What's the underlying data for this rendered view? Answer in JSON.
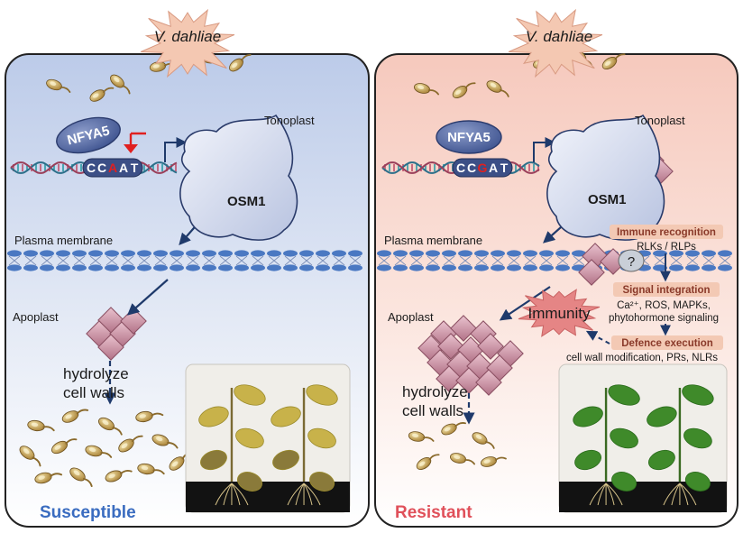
{
  "left": {
    "pathogen": "V. dahliae",
    "tf": "NFYA5",
    "motif": [
      "C",
      "C",
      "A",
      "A",
      "T"
    ],
    "tonoplast": "Tonoplast",
    "protein": "OSM1",
    "membrane": "Plasma membrane",
    "apoplast": "Apoplast",
    "action_line1": "hydrolyze",
    "action_line2": "cell walls",
    "outcome": "Susceptible"
  },
  "right": {
    "pathogen": "V. dahliae",
    "tf": "NFYA5",
    "motif": [
      "C",
      "C",
      "G",
      "A",
      "T"
    ],
    "tonoplast": "Tonoplast",
    "protein": "OSM1",
    "membrane": "Plasma membrane",
    "apoplast": "Apoplast",
    "action_line1": "hydrolyze",
    "action_line2": "cell walls",
    "outcome": "Resistant",
    "immunity": "Immunity",
    "question": "?",
    "steps": [
      {
        "title": "Immune recognition",
        "detail": "RLKs / RLPs"
      },
      {
        "title": "Signal integration",
        "detail": "Ca²⁺, ROS, MAPKs,",
        "detail2": "phytohormone signaling"
      },
      {
        "title": "Defence execution",
        "detail": "cell wall modification, PRs, NLRs"
      }
    ]
  },
  "colors": {
    "susceptible": "#3a6cc0",
    "resistant": "#e0505a",
    "osm1": "#c98a9c",
    "nfya5": "#5a6fa6",
    "arrow": "#1f3a6b",
    "snp": "#e02020"
  }
}
